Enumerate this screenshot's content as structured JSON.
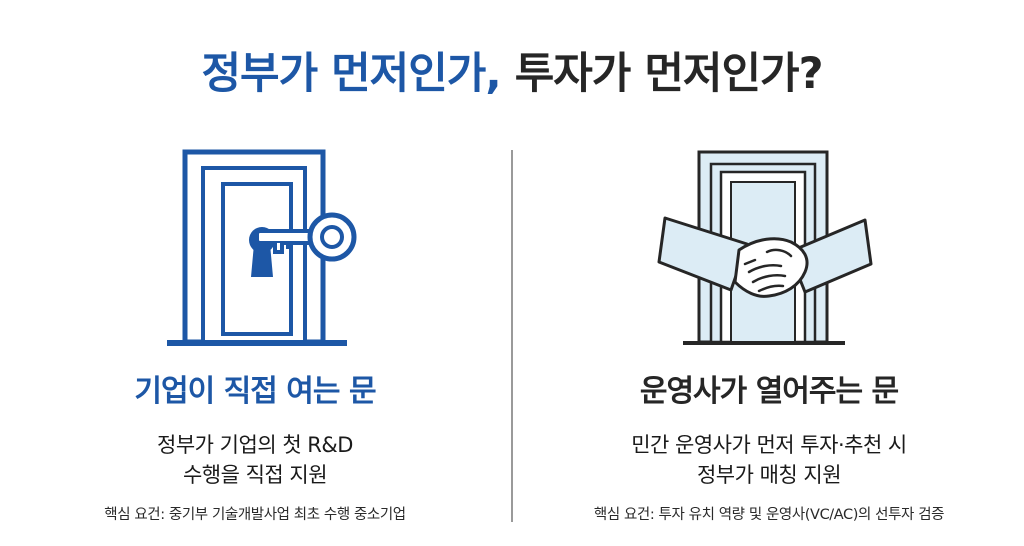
{
  "title": {
    "part_a": "정부가 먼저인가,",
    "part_b": "투자가 먼저인가?"
  },
  "colors": {
    "accent_blue": "#1d57a6",
    "dark_text": "#262626",
    "light_door_fill": "#dcecf5"
  },
  "left": {
    "icon": "door-with-key-icon",
    "heading": "기업이 직접 여는 문",
    "desc_line1": "정부가 기업의 첫 R&D",
    "desc_line2": "수행을 직접 지원",
    "note": "핵심 요건: 중기부 기술개발사업 최초 수행 중소기업"
  },
  "right": {
    "icon": "door-with-handshake-icon",
    "heading": "운영사가 열어주는 문",
    "desc_line1": "민간 운영사가 먼저 투자·추천 시",
    "desc_line2": "정부가 매칭 지원",
    "note": "핵심 요건: 투자 유치 역량 및 운영사(VC/AC)의 선투자 검증"
  }
}
